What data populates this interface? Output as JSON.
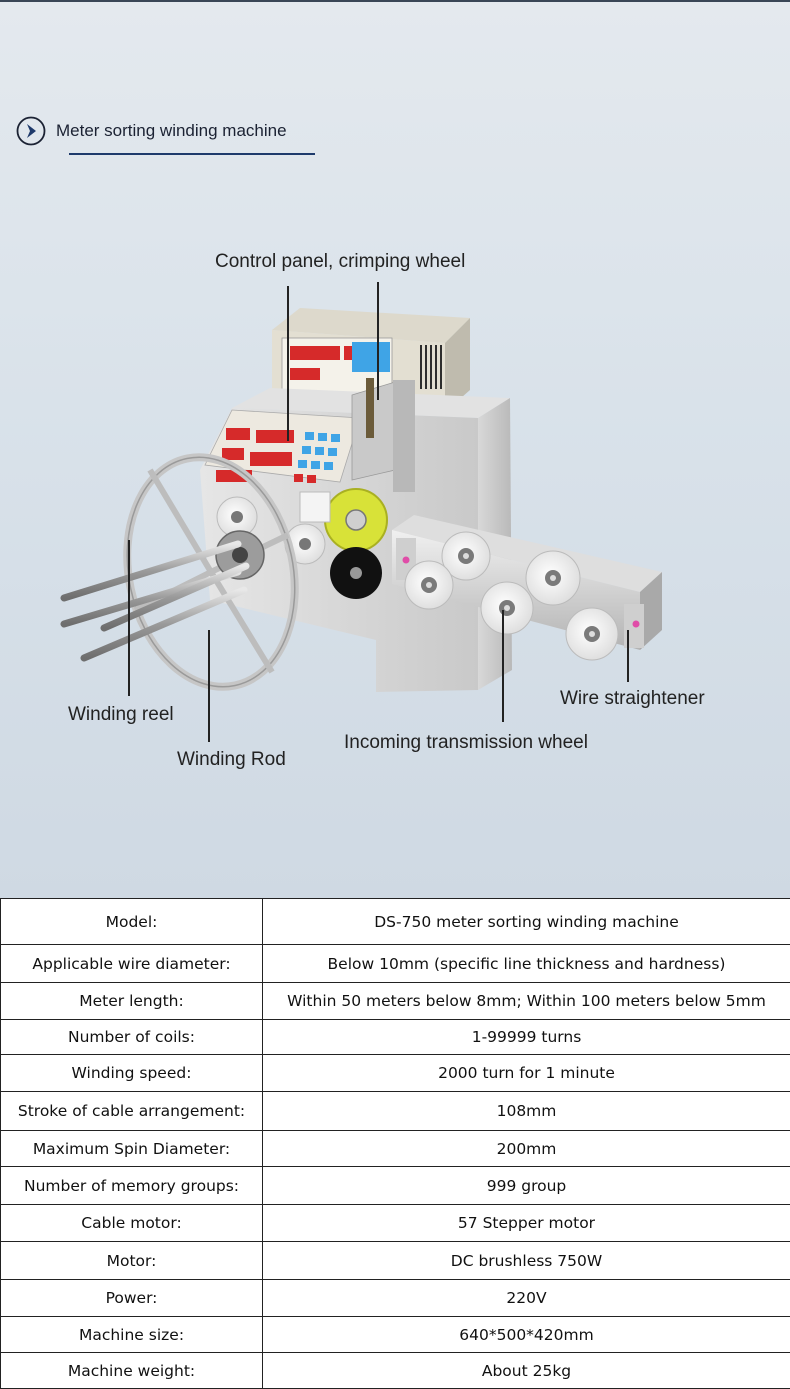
{
  "heading": {
    "title": "Meter sorting winding machine",
    "icon": "chevron-right-circle-icon"
  },
  "callouts": {
    "control_panel": "Control panel, crimping wheel",
    "winding_reel": "Winding reel",
    "winding_rod": "Winding Rod",
    "incoming_wheel": "Incoming transmission wheel",
    "wire_straightener": "Wire straightener"
  },
  "specs": [
    {
      "label": "Model:",
      "value": "DS-750 meter sorting winding machine"
    },
    {
      "label": "Applicable wire diameter:",
      "value": "Below 10mm (specific line thickness and hardness)"
    },
    {
      "label": "Meter length:",
      "value": "Within 50 meters below 8mm; Within 100 meters below 5mm"
    },
    {
      "label": "Number of coils:",
      "value": "1-99999 turns"
    },
    {
      "label": "Winding speed:",
      "value": "2000 turn for 1 minute"
    },
    {
      "label": "Stroke of cable arrangement:",
      "value": "108mm"
    },
    {
      "label": "Maximum Spin Diameter:",
      "value": "200mm"
    },
    {
      "label": "Number of memory groups:",
      "value": "999 group"
    },
    {
      "label": "Cable motor:",
      "value": "57 Stepper motor"
    },
    {
      "label": "Motor:",
      "value": "DC brushless 750W"
    },
    {
      "label": "Power:",
      "value": "220V"
    },
    {
      "label": "Machine size:",
      "value": "640*500*420mm"
    },
    {
      "label": "Machine weight:",
      "value": "About 25kg"
    }
  ],
  "colors": {
    "accent": "#1e3a6b",
    "panel_red": "#d62a2a",
    "panel_blue": "#3fa4e6",
    "wheel_yellow": "#d8e238"
  }
}
